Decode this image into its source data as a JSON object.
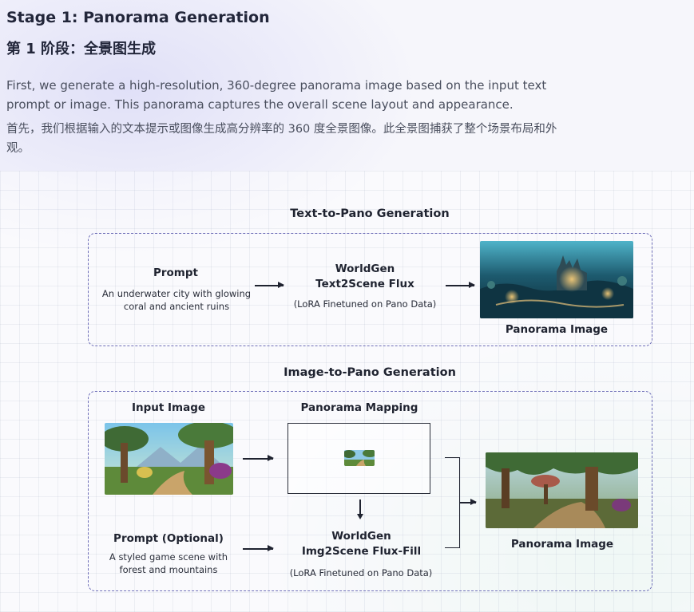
{
  "heading_en": "Stage 1: Panorama Generation",
  "heading_zh": "第 1 阶段：全景图生成",
  "para_en": "First, we generate a high-resolution, 360-degree panorama image based on the input text prompt or image. This panorama captures the overall scene layout and appearance.",
  "para_zh": "首先，我们根据输入的文本提示或图像生成高分辨率的 360 度全景图像。此全景图捕获了整个场景布局和外观。",
  "t2p": {
    "title": "Text-to-Pano Generation",
    "prompt_label": "Prompt",
    "prompt_text": "An underwater city with glowing coral and ancient ruins",
    "model_line1": "WorldGen",
    "model_line2": "Text2Scene Flux",
    "model_note": "(LoRA Finetuned on Pano Data)",
    "output_label": "Panorama Image"
  },
  "i2p": {
    "title": "Image-to-Pano Generation",
    "input_label": "Input Image",
    "mapping_label": "Panorama Mapping",
    "prompt_label": "Prompt (Optional)",
    "prompt_text": "A styled game scene with forest and mountains",
    "model_line1": "WorldGen",
    "model_line2": "Img2Scene Flux-Fill",
    "model_note": "(LoRA Finetuned on Pano Data)",
    "output_label": "Panorama Image"
  },
  "colors": {
    "dash_border": "#6f6fb8",
    "underwater": "#1d5a6e",
    "forest": "#3f6a35"
  }
}
